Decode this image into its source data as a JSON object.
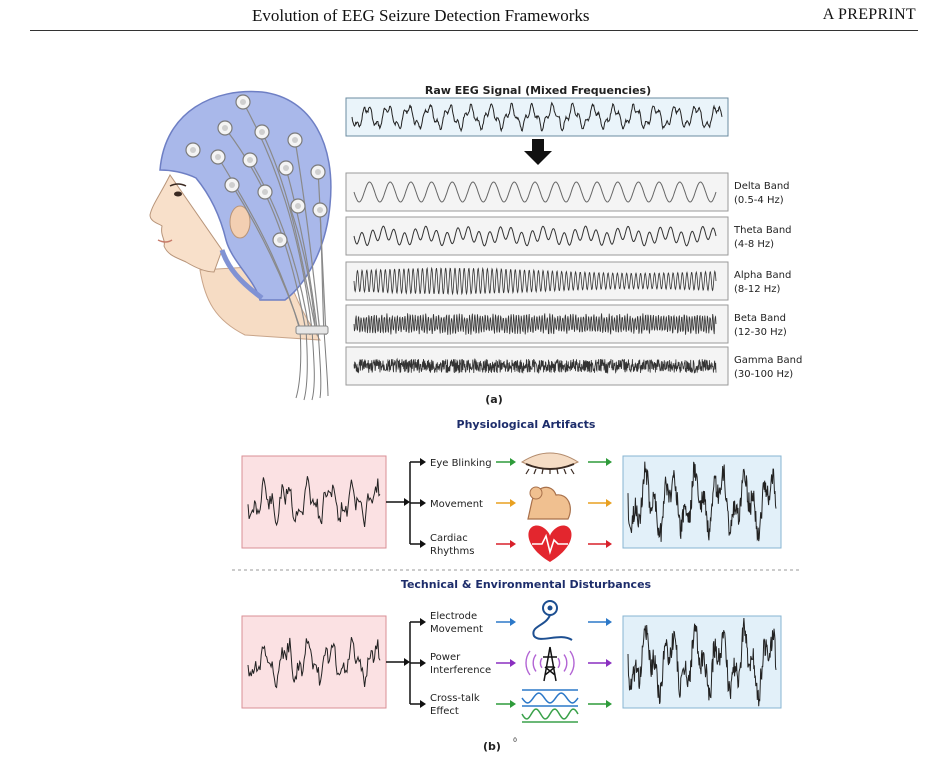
{
  "header": {
    "title": "Evolution of EEG Seizure Detection Frameworks",
    "right": "A PREPRINT"
  },
  "panel_a": {
    "raw_title": "Raw EEG Signal (Mixed Frequencies)",
    "caption": "(a)",
    "bands": [
      {
        "name": "Delta Band",
        "range": "(0.5-4 Hz)"
      },
      {
        "name": "Theta Band",
        "range": "(4-8 Hz)"
      },
      {
        "name": "Alpha Band",
        "range": "(8-12 Hz)"
      },
      {
        "name": "Beta Band",
        "range": "(12-30 Hz)"
      },
      {
        "name": "Gamma Band",
        "range": "(30-100 Hz)"
      }
    ]
  },
  "panel_b": {
    "caption": "(b)",
    "footnote": "0",
    "sections": [
      {
        "title": "Physiological Artifacts",
        "items": [
          {
            "line1": "Eye Blinking",
            "line2": "",
            "icon": "closed-eye-icon",
            "color": "#2e9b3a"
          },
          {
            "line1": "Movement",
            "line2": "",
            "icon": "flexed-arm-icon",
            "color": "#e8a020"
          },
          {
            "line1": "Cardiac",
            "line2": "Rhythms",
            "icon": "heart-pulse-icon",
            "color": "#d8202a"
          }
        ]
      },
      {
        "title": "Technical & Environmental Disturbances",
        "items": [
          {
            "line1": "Electrode",
            "line2": "Movement",
            "icon": "electrode-cable-icon",
            "color": "#2c78c8"
          },
          {
            "line1": "Power",
            "line2": "Interference",
            "icon": "power-tower-icon",
            "color": "#8a2fc0"
          },
          {
            "line1": "Cross-talk",
            "line2": "Effect",
            "icon": "crosstalk-waves-icon",
            "color": "#2e9b3a"
          }
        ]
      }
    ]
  }
}
